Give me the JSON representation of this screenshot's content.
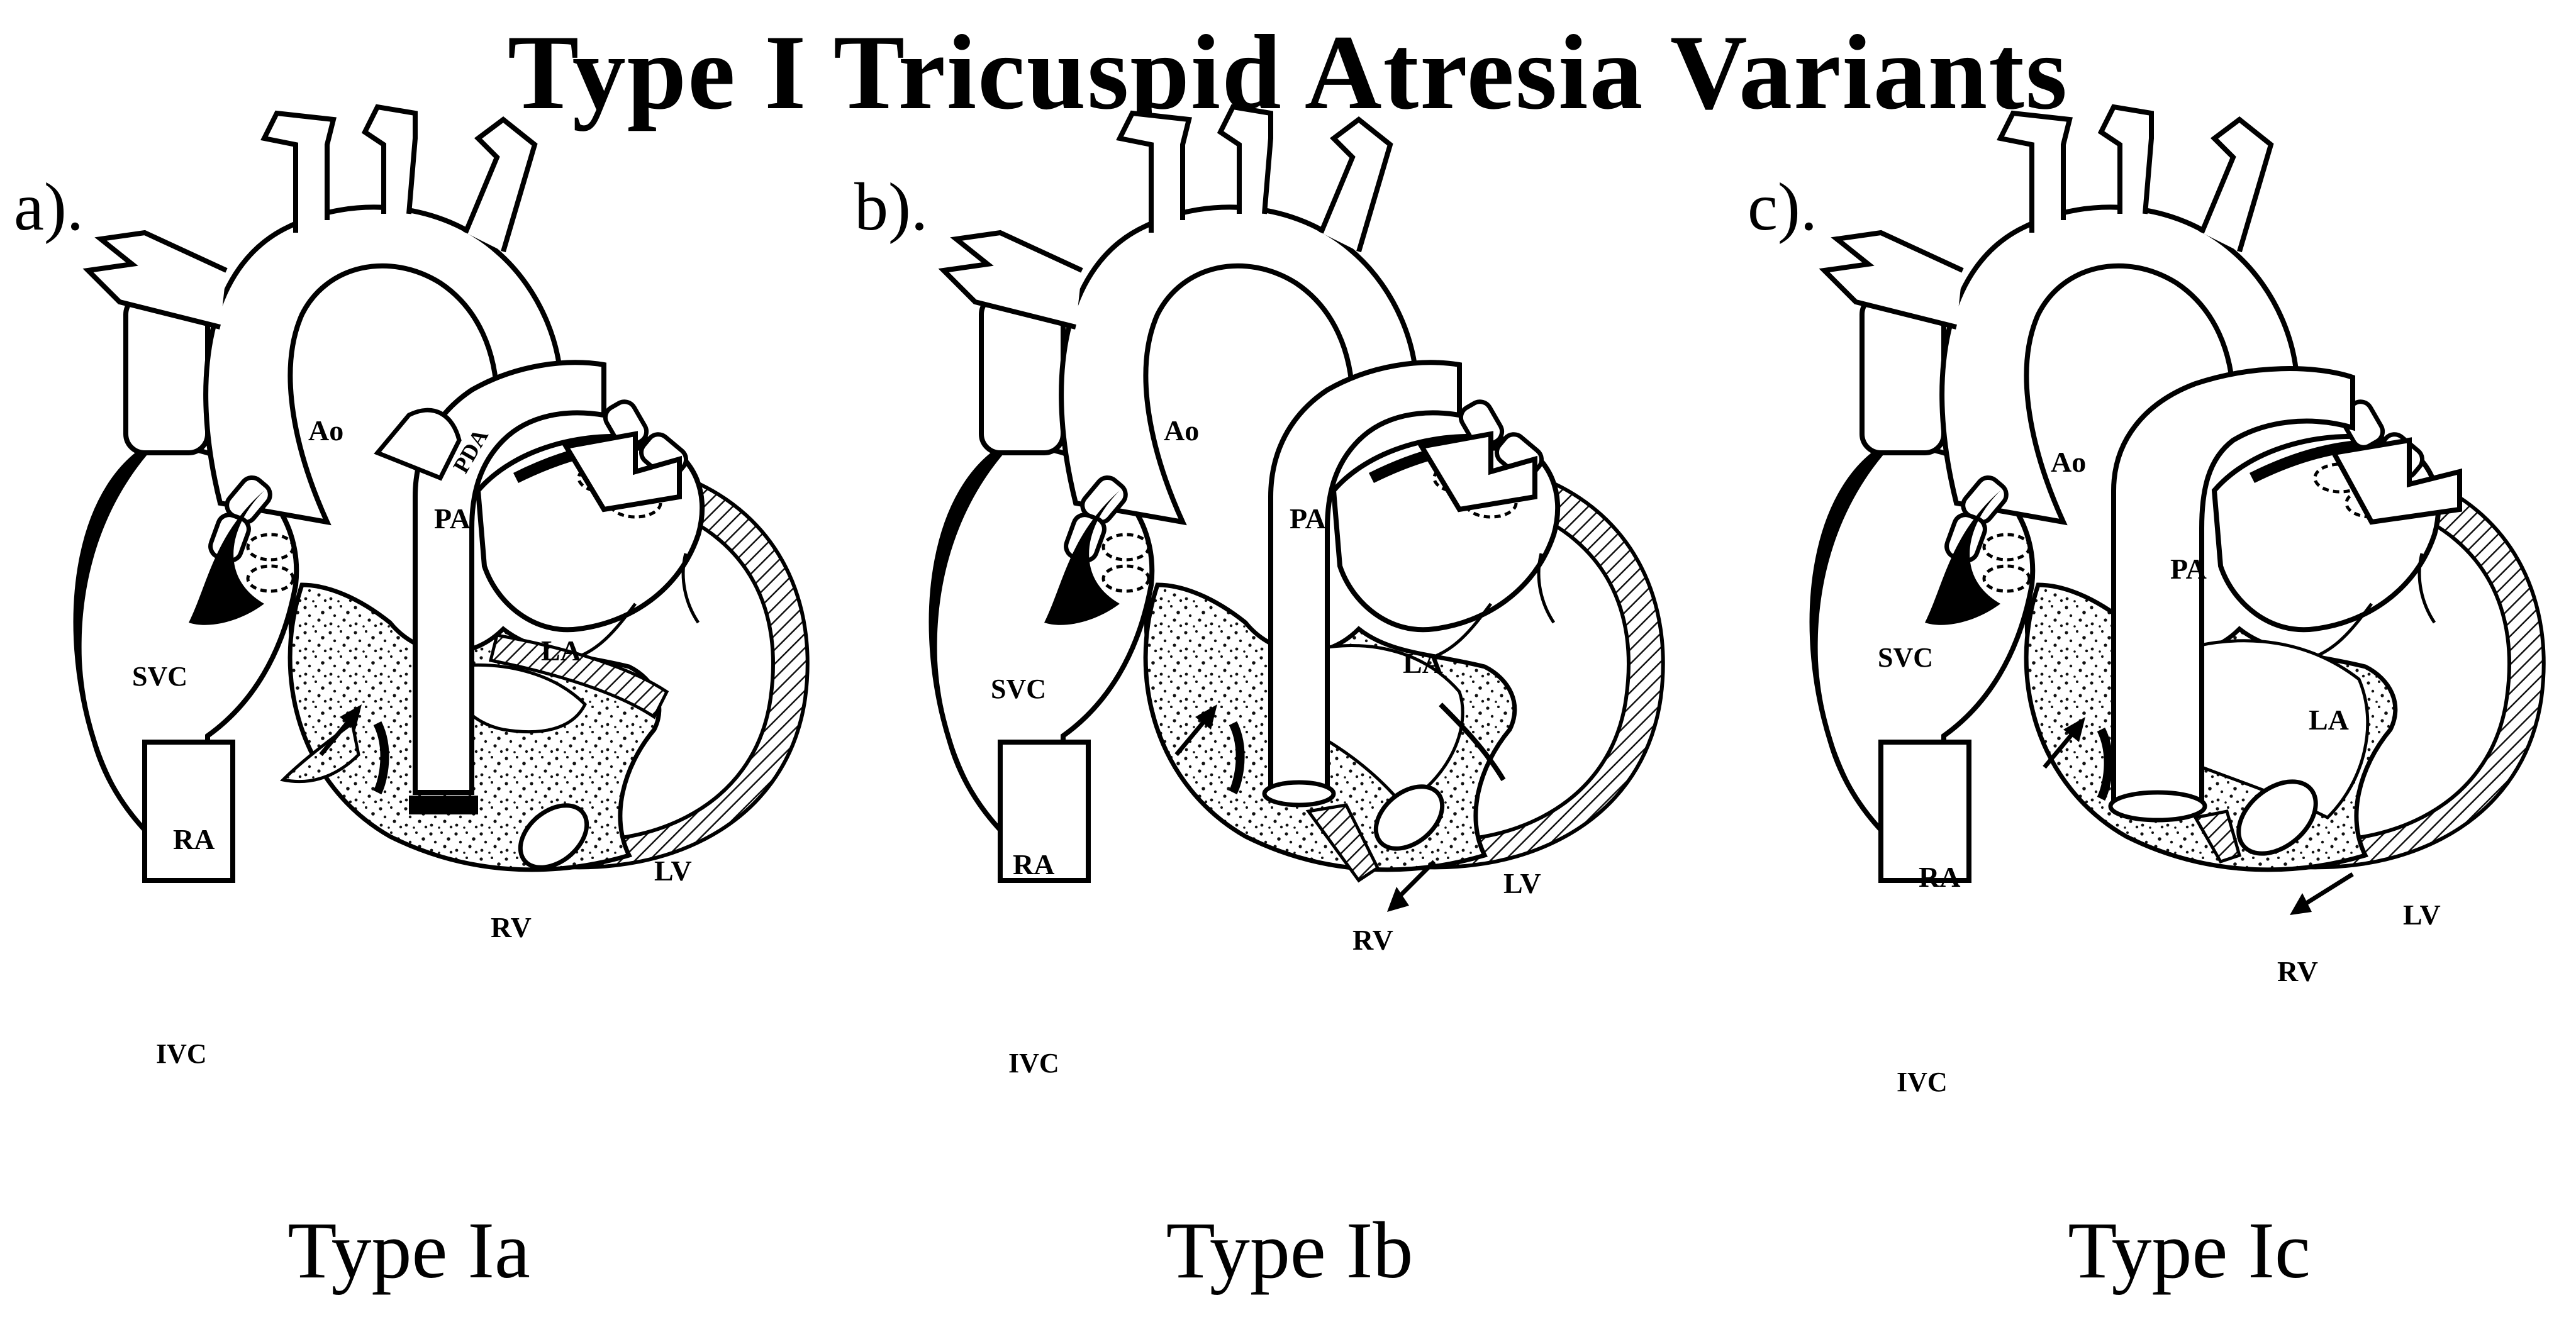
{
  "title": "Type I Tricuspid Atresia Variants",
  "panels": [
    {
      "letter": "a).",
      "type_label": "Type Ia",
      "labels": {
        "ao": "Ao",
        "pa": "PA",
        "pda": "PDA",
        "la": "LA",
        "lv": "LV",
        "rv": "RV",
        "ra": "RA",
        "svc": "SVC",
        "ivc": "IVC"
      }
    },
    {
      "letter": "b).",
      "type_label": "Type Ib",
      "labels": {
        "ao": "Ao",
        "pa": "PA",
        "la": "LA",
        "lv": "LV",
        "rv": "RV",
        "ra": "RA",
        "svc": "SVC",
        "ivc": "IVC"
      }
    },
    {
      "letter": "c).",
      "type_label": "Type Ic",
      "labels": {
        "ao": "Ao",
        "pa": "PA",
        "la": "LA",
        "lv": "LV",
        "rv": "RV",
        "ra": "RA",
        "svc": "SVC",
        "ivc": "IVC"
      }
    }
  ],
  "colors": {
    "ink": "#000000",
    "paper": "#ffffff",
    "stipple": "#1a1a1a"
  }
}
